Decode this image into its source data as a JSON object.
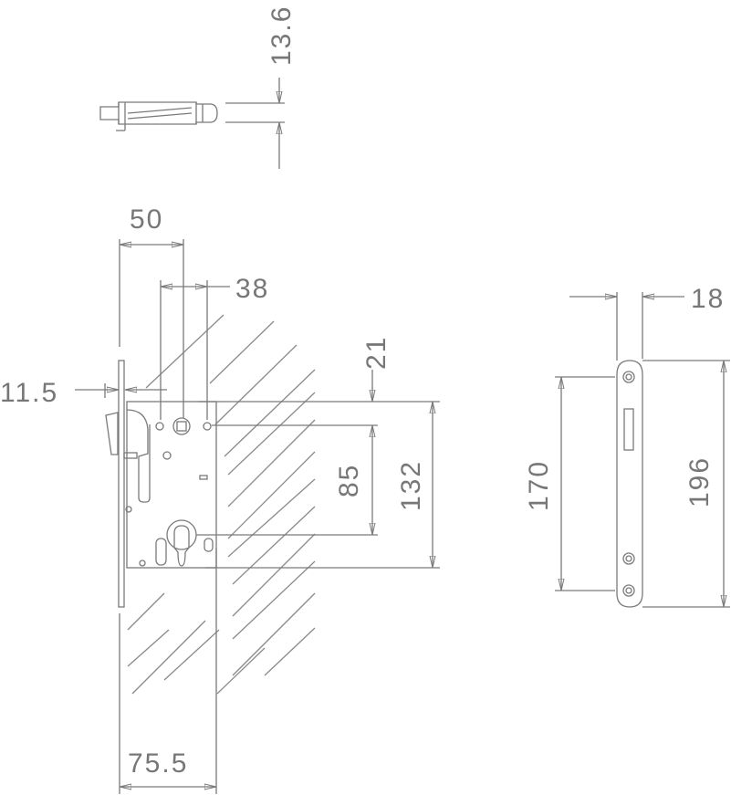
{
  "drawing": {
    "dimensions": {
      "pin_height": "13.6",
      "backset": "50",
      "handle_to_cylinder_offset": "38",
      "faceplate_thickness": "11.5",
      "top_offset": "21",
      "center_distance": "85",
      "body_height": "132",
      "total_depth": "75.5",
      "strike_width": "18",
      "strike_screw_spacing": "170",
      "strike_height": "196"
    },
    "line_color": "#7a7a7a"
  }
}
